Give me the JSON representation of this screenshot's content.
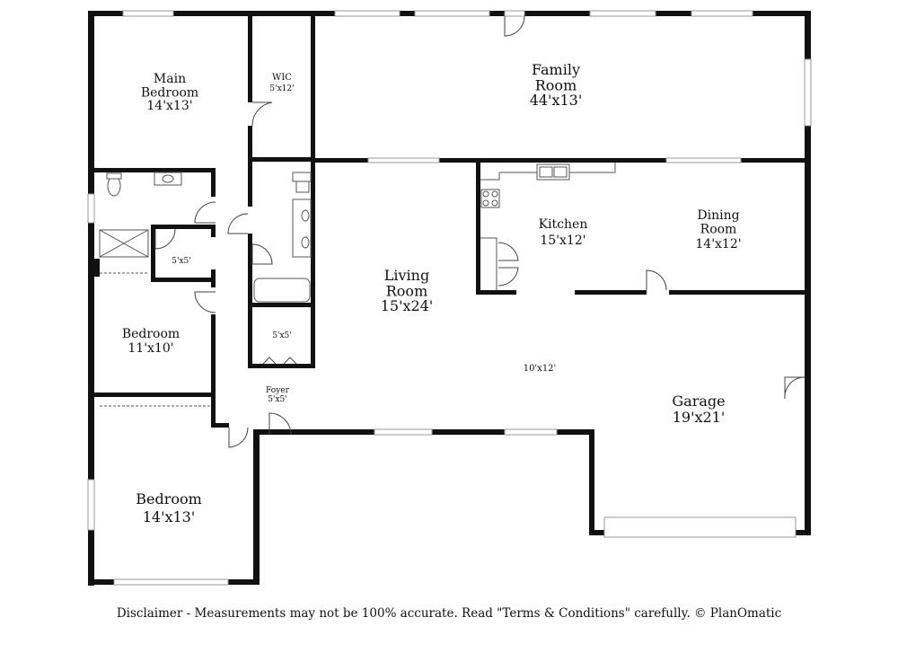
{
  "rooms": {
    "main_bedroom": {
      "name": "Main\nBedroom",
      "size": "14'x13'"
    },
    "wic": {
      "name": "WIC",
      "size": "5'x12'"
    },
    "family_room": {
      "name": "Family\nRoom",
      "size": "44'x13'"
    },
    "kitchen": {
      "name": "Kitchen",
      "size": "15'x12'"
    },
    "dining_room": {
      "name": "Dining\nRoom",
      "size": "14'x12'"
    },
    "living_room": {
      "name": "Living\nRoom",
      "size": "15'x24'"
    },
    "bath_small": {
      "size": "5'x5'"
    },
    "closet_hall": {
      "size": "5'x5'"
    },
    "bedroom_mid": {
      "name": "Bedroom",
      "size": "11'x10'"
    },
    "foyer": {
      "name": "Foyer",
      "size": "5'x5'"
    },
    "nook": {
      "size": "10'x12'"
    },
    "garage": {
      "name": "Garage",
      "size": "19'x21'"
    },
    "bedroom_bottom": {
      "name": "Bedroom",
      "size": "14'x13'"
    }
  },
  "disclaimer": "Disclaimer - Measurements may not be 100% accurate. Read \"Terms & Conditions\" carefully. © PlanOmatic"
}
